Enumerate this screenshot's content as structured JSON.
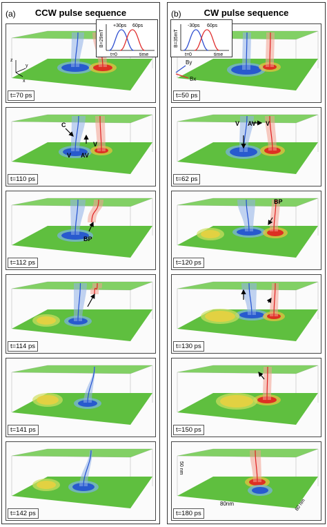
{
  "columns": [
    {
      "label": "(a)",
      "title": "CCW pulse sequence",
      "inset": {
        "amplitude": "B=29mT",
        "delays": [
          "+30ps",
          "60ps"
        ],
        "t0": "t=0",
        "time": "time"
      },
      "axes": {
        "z": "z",
        "y": "y",
        "x": "x"
      },
      "panels": [
        {
          "time": "t=70 ps",
          "labels": []
        },
        {
          "time": "t=110 ps",
          "labels": [
            "C",
            "V",
            "AV",
            "V"
          ]
        },
        {
          "time": "t=112 ps",
          "labels": [
            "BP"
          ]
        },
        {
          "time": "t=114 ps",
          "labels": []
        },
        {
          "time": "t=141 ps",
          "labels": []
        },
        {
          "time": "t=142 ps",
          "labels": []
        }
      ]
    },
    {
      "label": "(b)",
      "title": "CW pulse sequence",
      "inset": {
        "amplitude": "B=35mT",
        "delays": [
          "-30ps",
          "60ps"
        ],
        "t0": "t=0",
        "time": "time"
      },
      "field_legend": {
        "by": "By",
        "bx": "Bx"
      },
      "panels": [
        {
          "time": "t=50 ps",
          "labels": []
        },
        {
          "time": "t=62 ps",
          "labels": [
            "V",
            "AV",
            "V"
          ]
        },
        {
          "time": "t=120 ps",
          "labels": [
            "BP"
          ]
        },
        {
          "time": "t=130 ps",
          "labels": []
        },
        {
          "time": "t=150 ps",
          "labels": []
        },
        {
          "time": "t=180 ps",
          "labels": []
        }
      ],
      "scale": {
        "height": "50 nm",
        "width": "80nm",
        "depth": "80 nm"
      }
    }
  ],
  "colors": {
    "plane": "#5fbf3f",
    "plane_top": "#6cc84a",
    "core_pos": "#e02020",
    "core_neg": "#2050d0",
    "tube_red": "#f2a090",
    "tube_blue": "#8fb0e8",
    "field_x": "#e03030",
    "field_y": "#3050d0"
  }
}
